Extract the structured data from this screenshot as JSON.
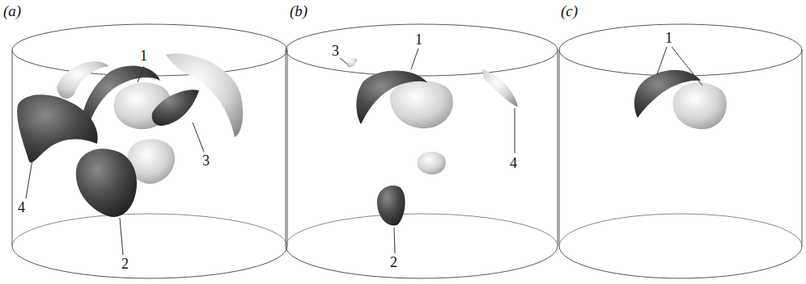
{
  "diagram": {
    "labels": [
      "(a)",
      "1",
      "3",
      "4",
      "2",
      "(b)",
      "1",
      "3",
      "4",
      "2",
      "(c)",
      "1"
    ]
  }
}
